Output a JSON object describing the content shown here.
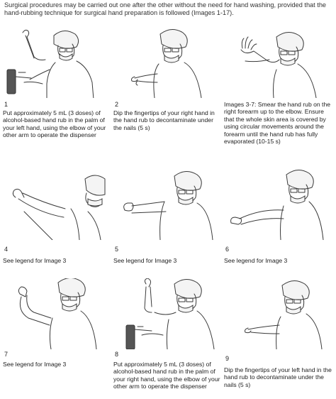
{
  "intro": "Surgical procedures may be carried out one after the other without the need for hand washing, provided that the hand-rubbing technique for surgical hand preparation is followed (Images 1-17).",
  "steps": [
    {
      "number": "1",
      "caption": "Put approximately 5 mL (3 doses) of alcohol-based hand rub in the palm of your left hand, using the elbow of your other arm to operate the dispenser"
    },
    {
      "number": "2",
      "caption": "Dip the fingertips of your right hand in the hand rub to decontaminate under the nails (5 s)"
    },
    {
      "number": "",
      "caption": "Images 3-7: Smear the hand rub on the right forearm up to the elbow. Ensure that the whole skin area is covered by using circular movements around the forearm until the hand rub has fully evaporated (10-15 s)"
    },
    {
      "number": "4",
      "caption": "See legend for Image 3"
    },
    {
      "number": "5",
      "caption": "See legend for Image 3"
    },
    {
      "number": "6",
      "caption": "See legend for Image 3"
    },
    {
      "number": "7",
      "caption": "See legend for Image 3"
    },
    {
      "number": "8",
      "caption": "Put approximately 5 mL (3 doses) of alcohol-based hand rub in the palm of your right hand, using the elbow of your other arm to operate the dispenser"
    },
    {
      "number": "9",
      "caption": "Dip the fingertips of your left hand in the hand rub to decontaminate under the nails (5 s)"
    }
  ]
}
